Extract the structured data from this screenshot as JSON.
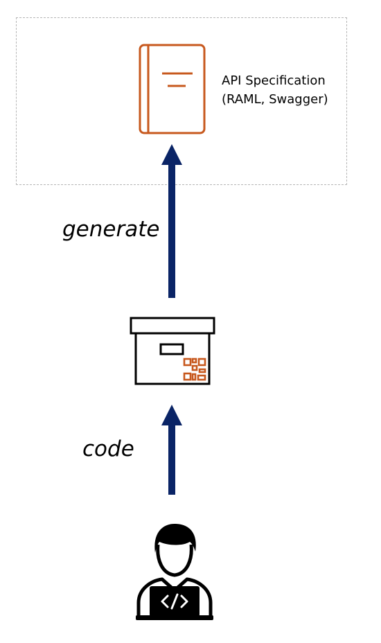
{
  "spec": {
    "label_line1": "API Specification",
    "label_line2": "(RAML, Swagger)"
  },
  "edges": {
    "generate": "generate",
    "code": "code"
  },
  "icons": {
    "specification": "book-icon",
    "artifact": "archive-box-icon",
    "artifact_badge": "qr-code-icon",
    "actor": "developer-icon",
    "code_symbol": "code-brackets-icon"
  },
  "colors": {
    "accent_orange": "#c7581d",
    "arrow_navy": "#0a2466",
    "dashed_border": "#b5b5b5",
    "ink": "#000000"
  }
}
